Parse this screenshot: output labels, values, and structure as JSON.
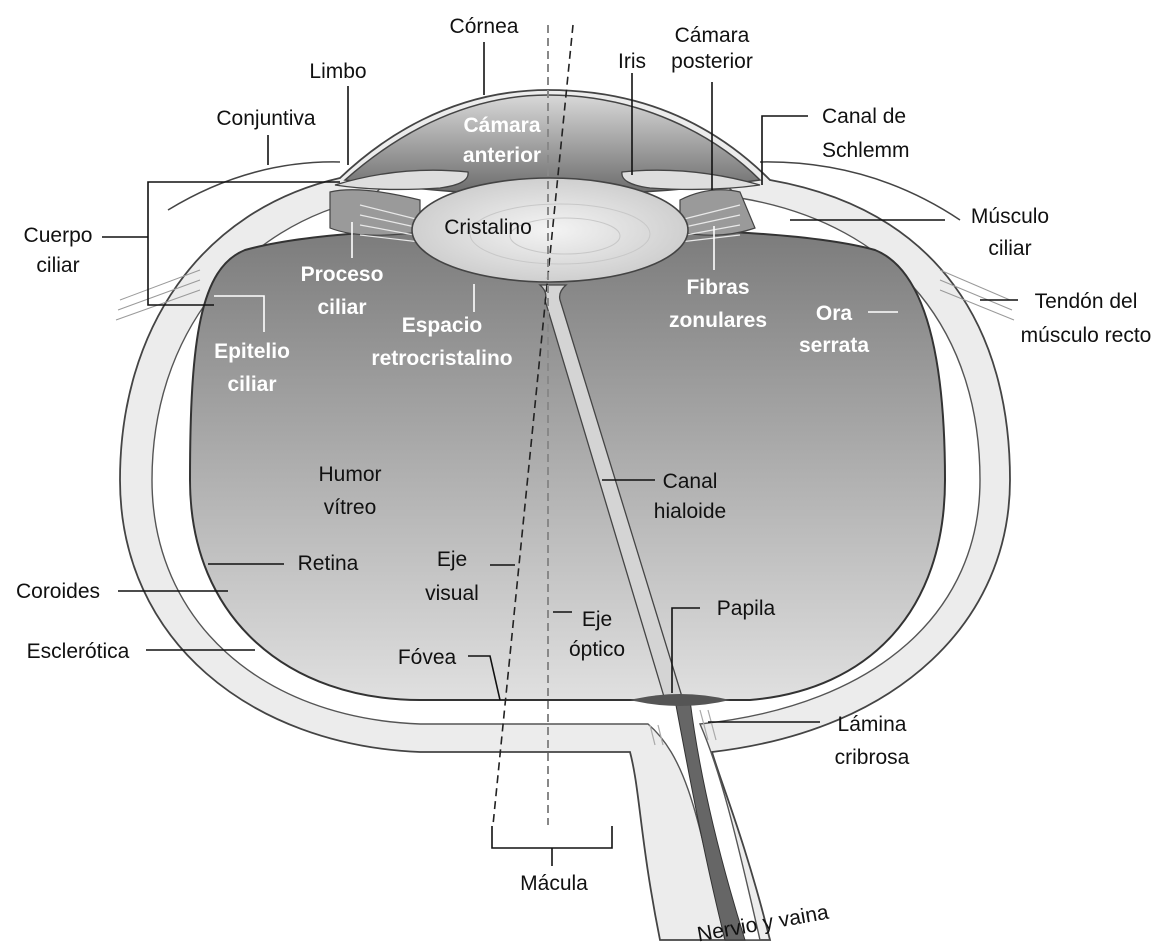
{
  "labels": {
    "cornea": "Córnea",
    "camara_posterior_1": "Cámara",
    "camara_posterior_2": "posterior",
    "limbo": "Limbo",
    "iris": "Iris",
    "conjuntiva": "Conjuntiva",
    "canal_schlemm_1": "Canal de",
    "canal_schlemm_2": "Schlemm",
    "camara_anterior_1": "Cámara",
    "camara_anterior_2": "anterior",
    "cristalino": "Cristalino",
    "musculo_ciliar_1": "Músculo",
    "musculo_ciliar_2": "ciliar",
    "cuerpo_ciliar_1": "Cuerpo",
    "cuerpo_ciliar_2": "ciliar",
    "proceso_ciliar_1": "Proceso",
    "proceso_ciliar_2": "ciliar",
    "fibras_zonulares_1": "Fibras",
    "fibras_zonulares_2": "zonulares",
    "tendon_1": "Tendón del",
    "tendon_2": "músculo recto",
    "espacio_1": "Espacio",
    "espacio_2": "retrocristalino",
    "ora_serrata_1": "Ora",
    "ora_serrata_2": "serrata",
    "epitelio_1": "Epitelio",
    "epitelio_2": "ciliar",
    "humor_1": "Humor",
    "humor_2": "vítreo",
    "canal_hialoide_1": "Canal",
    "canal_hialoide_2": "hialoide",
    "retina": "Retina",
    "eje_visual_1": "Eje",
    "eje_visual_2": "visual",
    "coroides": "Coroides",
    "papila": "Papila",
    "eje_optico_1": "Eje",
    "eje_optico_2": "óptico",
    "esclerotica": "Esclerótica",
    "fovea": "Fóvea",
    "lamina_1": "Lámina",
    "lamina_2": "cribrosa",
    "macula": "Mácula",
    "nervio": "Nervio y vaina"
  },
  "colors": {
    "vitreous_top": "#7d7d7d",
    "vitreous_bottom": "#d9d9d9",
    "sclera": "#ececec",
    "outline": "#444444"
  }
}
